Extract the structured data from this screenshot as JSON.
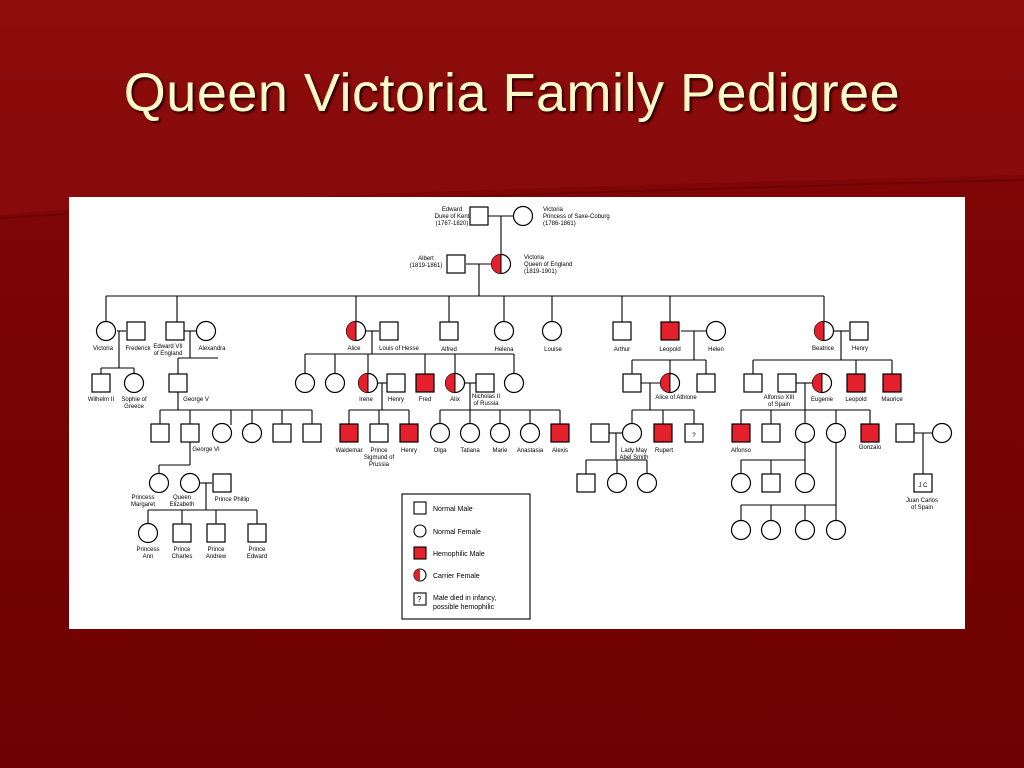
{
  "slide": {
    "title": "Queen Victoria Family Pedigree",
    "colors": {
      "background": "#7a0404",
      "title": "#fff8c8",
      "affected": "#e3202b"
    }
  },
  "pedigree": {
    "people": {
      "edward_kent": "Edward\nDuke of Kent\n(1767-1820)",
      "victoria_saxe": "Victoria\nPrincess of Saxe-Coburg\n(1786-1861)",
      "albert": "Albert\n(1819-1861)",
      "queen_victoria": "Victoria\nQueen of England\n(1819-1901)",
      "victoria_g2": "Victoria",
      "frederick": "Frederick",
      "edward_vii": "Edward VII\nof England",
      "alexandra": "Alexandra",
      "alice": "Alice",
      "louis_hesse": "Louis of Hesse",
      "alfred": "Alfred",
      "helena": "Helena",
      "louise": "Louise",
      "arthur": "Arthur",
      "leopold": "Leopold",
      "helen": "Helen",
      "beatrice": "Beatrice",
      "henry_g2": "Henry",
      "wilhelm": "Wilhelm II",
      "sophie": "Sophie of\nGreece",
      "george_v": "George V",
      "irene": "Irene",
      "henry_g3": "Henry",
      "fred": "Fred",
      "alix": "Alix",
      "nicholas": "Nicholas II\nof Russia",
      "alice_athlone": "Alice of Athlone",
      "alfonso_xiii": "Alfonso XIII\nof Spain",
      "eugenie": "Eugenie",
      "leopold_g3": "Leopold",
      "maurice": "Maurice",
      "waldemar": "Waldemar",
      "prince_sigmund": "Prince\nSigmund of\nPrussia",
      "henry_g4": "Henry",
      "olga": "Olga",
      "tatiana": "Tatiana",
      "marie": "Marie",
      "anastasia": "Anastasia",
      "alexis": "Alexis",
      "lady_may": "Lady May\nAbel Smith",
      "rupert": "Rupert",
      "unknown_mark": "?",
      "alfonso": "Alfonso",
      "gonzalo": "Gonzalo",
      "george_vi": "George VI",
      "princess_margaret": "Princess\nMargaret",
      "queen_elizabeth": "Queen\nElizabeth",
      "prince_philip": "Prince Phillip",
      "jc_mark": "J C",
      "juan_carlos": "Juan Carlos\nof Spain",
      "princess_ann": "Princess\nAnn",
      "prince_charles": "Prince\nCharles",
      "prince_andrew": "Prince\nAndrew",
      "prince_edward": "Prince\nEdward"
    },
    "legend": {
      "normal_male": "Normal Male",
      "normal_female": "Normal Female",
      "hemophilic_male": "Hemophilic Male",
      "carrier_female": "Carrier Female",
      "unknown_mark": "?",
      "died_infancy": "Male died in infancy,\npossible hemophilic"
    }
  }
}
